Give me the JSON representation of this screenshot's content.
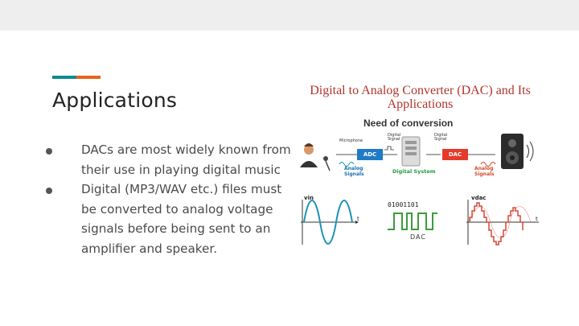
{
  "slide": {
    "title": "Applications",
    "bullets": [
      "DACs are most widely known from their use in playing digital music",
      "Digital (MP3/WAV etc.) files must be converted to analog voltage signals before being sent to an amplifier and speaker."
    ]
  },
  "figure": {
    "title": "Digital to Analog Converter (DAC) and Its Applications",
    "subtitle": "Need of conversion",
    "microphone_label": "Microphone",
    "digital_signal_label": "Digital Signal",
    "adc_label": "ADC",
    "dac_box_label": "DAC",
    "analog_signals_left": "Analog Signals",
    "digital_system_label": "Digital System",
    "analog_signals_right": "Analog Signals",
    "vin_label": "vin",
    "t_label_1": "t",
    "bits_label": "01001101",
    "dac_caption": "DAC",
    "vdac_label": "vdac",
    "t_label_2": "t",
    "colors": {
      "adc": "#1f7bc7",
      "dac": "#e53a2a",
      "analog_wave": "#1d93b3",
      "digital_wave": "#3c9c3c",
      "dac_wave": "#d2493a"
    }
  }
}
